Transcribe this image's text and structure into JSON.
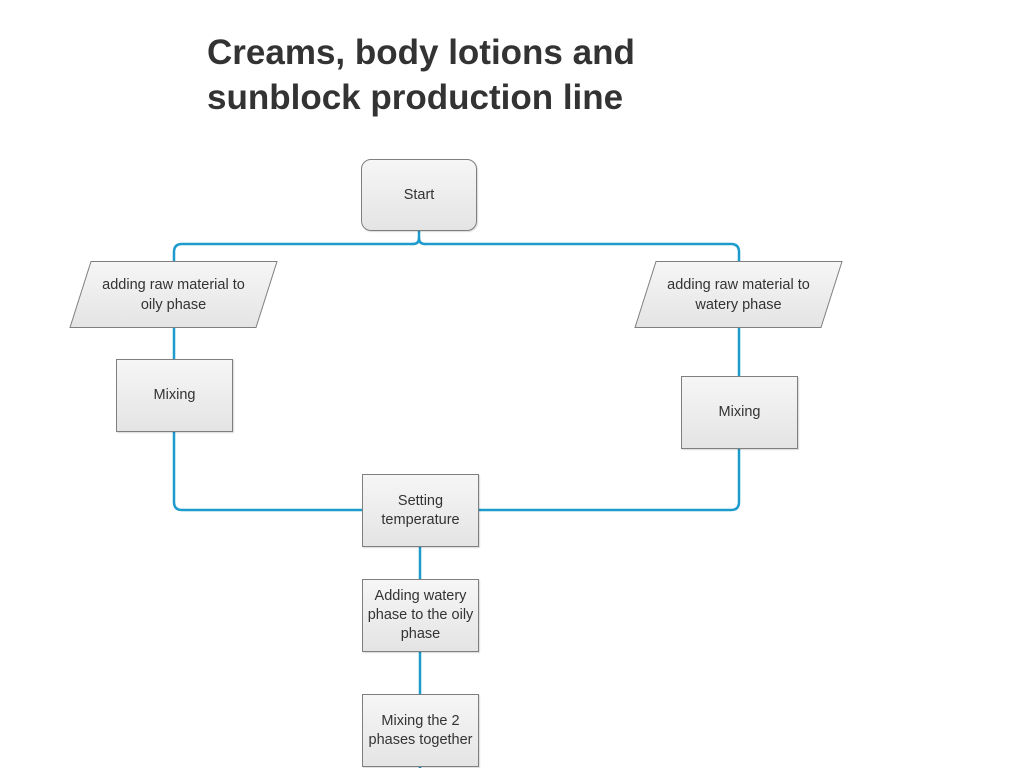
{
  "title": "Creams, body lotions and sunblock production line",
  "colors": {
    "connector": "#1e9bcd",
    "node_border": "#7f7f7f",
    "node_fill_top": "#f6f6f6",
    "node_fill_bottom": "#e4e4e4",
    "text": "#333333"
  },
  "nodes": {
    "start": {
      "label": "Start",
      "shape": "rounded-rectangle"
    },
    "oily_input": {
      "label": "adding raw material to oily phase",
      "shape": "parallelogram"
    },
    "watery_input": {
      "label": "adding raw material to watery phase",
      "shape": "parallelogram"
    },
    "mixing_oily": {
      "label": "Mixing",
      "shape": "rectangle"
    },
    "mixing_watery": {
      "label": "Mixing",
      "shape": "rectangle"
    },
    "setting_temperature": {
      "label": "Setting temperature",
      "shape": "rectangle"
    },
    "adding_watery": {
      "label": "Adding watery phase to the oily phase",
      "shape": "rectangle"
    },
    "mixing_together": {
      "label": "Mixing the 2 phases together",
      "shape": "rectangle"
    }
  },
  "edges": [
    {
      "from": "start",
      "to": "oily_input"
    },
    {
      "from": "start",
      "to": "watery_input"
    },
    {
      "from": "oily_input",
      "to": "mixing_oily"
    },
    {
      "from": "watery_input",
      "to": "mixing_watery"
    },
    {
      "from": "mixing_oily",
      "to": "setting_temperature"
    },
    {
      "from": "mixing_watery",
      "to": "setting_temperature"
    },
    {
      "from": "setting_temperature",
      "to": "adding_watery"
    },
    {
      "from": "adding_watery",
      "to": "mixing_together"
    },
    {
      "from": "mixing_together",
      "to": "continues-below"
    }
  ]
}
